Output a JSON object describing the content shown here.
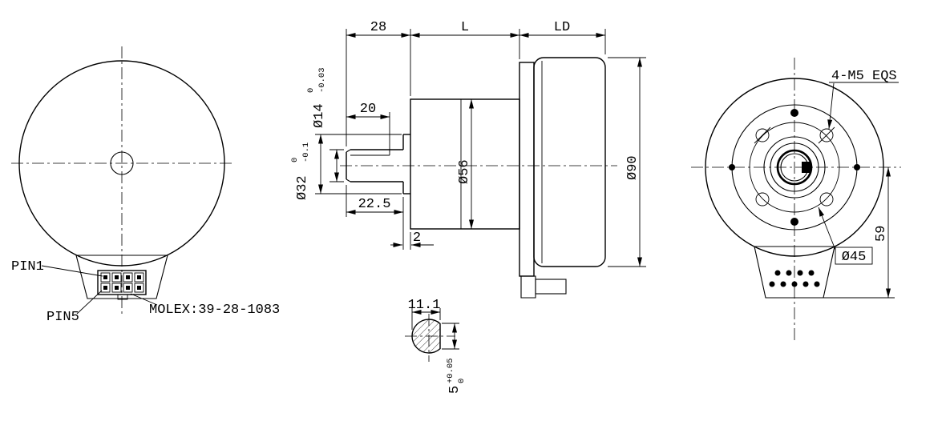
{
  "colors": {
    "line": "#000000",
    "background": "#ffffff"
  },
  "front_view": {
    "pin1": "PIN1",
    "pin5": "PIN5",
    "connector_part": "MOLEX:39-28-1083"
  },
  "side_view": {
    "dim_shaft_front": "28",
    "dim_gear_length": "L",
    "dim_motor_length": "LD",
    "dia_shaft": "Ø14",
    "dia_shaft_tol_upper": "0",
    "dia_shaft_tol_lower": "-0.03",
    "dim_flat_length": "20",
    "dia_pilot": "Ø32",
    "dia_pilot_tol_upper": "0",
    "dia_pilot_tol_lower": "-0.1",
    "dia_gearbox": "Ø56",
    "dia_motor": "Ø90",
    "dim_shaft_length": "22.5",
    "dim_pilot_depth": "2"
  },
  "section_view": {
    "dim_across_flat": "11.1",
    "dim_flat": "5",
    "dim_flat_tol_upper": "+0.05",
    "dim_flat_tol_lower": "0"
  },
  "rear_view": {
    "screw_callout": "4-M5 EQS",
    "dia_bolt_circle": "Ø45",
    "dim_connector_offset": "59"
  }
}
